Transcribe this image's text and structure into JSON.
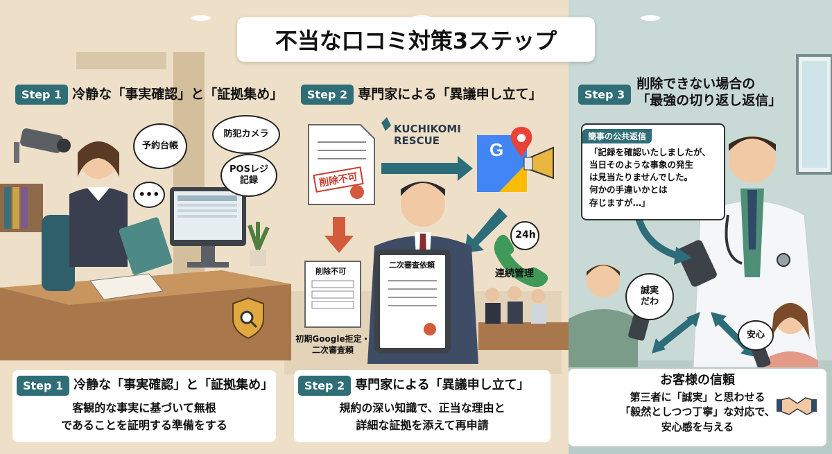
{
  "title": "不当な口コミ対策3ステップ",
  "colors": {
    "accent": "#2f6d77",
    "arrow_teal": "#2d6d7a",
    "arrow_red": "#d35a3a",
    "background": "#efe3cf"
  },
  "steps": [
    {
      "badge": "Step 1",
      "heading": "冷静な「事実確認」と「証拠集め」",
      "bubbles": {
        "reservation": "予約台帳",
        "camera": "防犯カメラ",
        "pos": "POSレジ\n記録",
        "dots": "•••"
      },
      "desc_heading": "冷静な「事実確認」と「証拠集め」",
      "desc_body": "客観的な事実に基づいて無根\nであることを証明する準備をする"
    },
    {
      "badge": "Step 2",
      "heading": "専門家による「異議申し立て」",
      "brand": "KUCHIKOMI\nRESCUE",
      "stamp": "削除不可",
      "doc_small_title": "削除不可",
      "doc_caption": "初期Google拒定・\n二次審査頼",
      "held_doc_title": "二次審査依頼",
      "support_24h": "24h",
      "support_label": "連続管理",
      "desc_heading": "専門家による「異議申し立て」",
      "desc_body": "規約の深い知識で、正当な理由と\n詳細な証拠を添えて再申請"
    },
    {
      "badge": "Step 3",
      "heading": "削除できない場合の\n「最強の切り返し返信」",
      "reply_tag": "簡事の公共返信",
      "reply_text": "「記録を確認いたしましたが、\n当日そのような事象の発生\nは見当たりませんでした。\n何かの手違いかとは\n存じますが…」",
      "bubble_sincere": "誠実\nだわ",
      "bubble_relief": "安心",
      "desc_heading": "お客様の信頼",
      "desc_body": "第三者に「誠実」と思わせる\n「毅然としつつ丁寧」な対応で、\n安心感を与える"
    }
  ],
  "icons": [
    "security-camera-icon",
    "shield-search-icon",
    "google-maps-icon",
    "megaphone-icon",
    "phone-icon",
    "handshake-icon",
    "stamp-icon"
  ]
}
